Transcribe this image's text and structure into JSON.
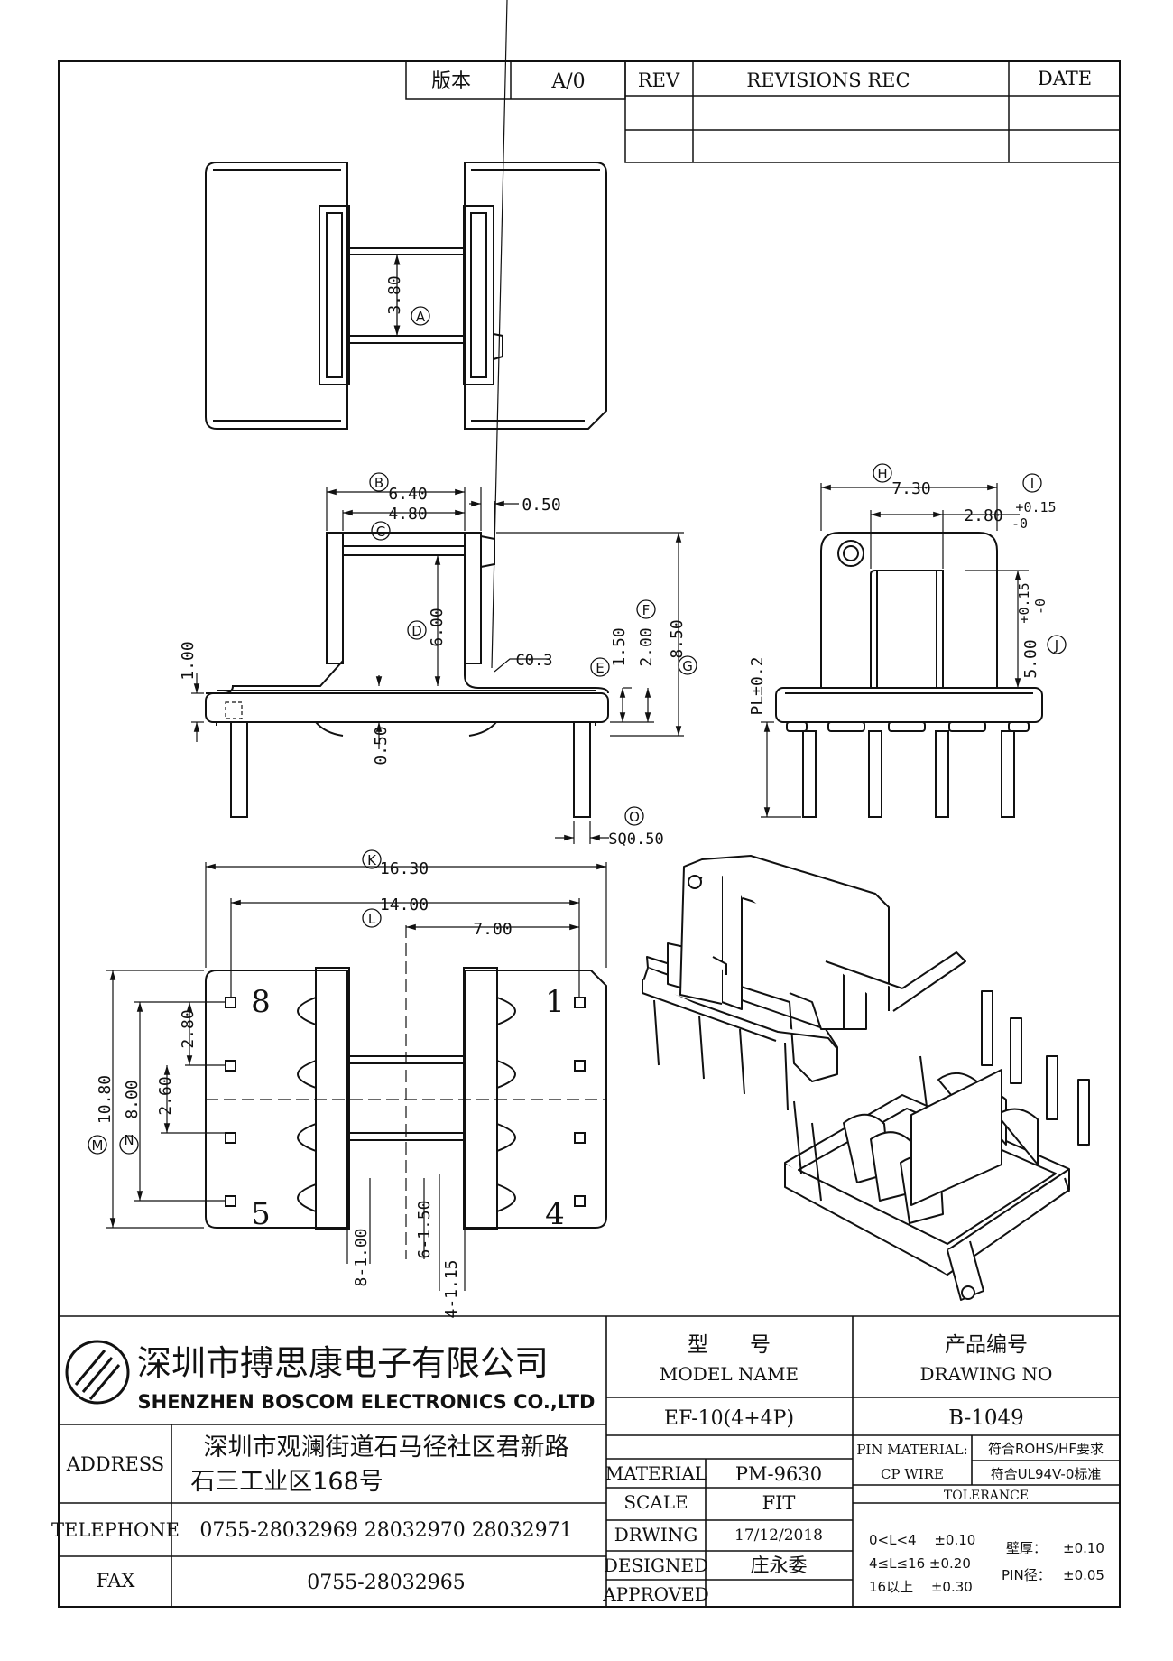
{
  "revision_block": {
    "version_label": "版本",
    "version_value": "A/0",
    "rev_header": "REV",
    "revisions_header": "REVISIONS REC",
    "date_header": "DATE"
  },
  "dimensions": {
    "top_view": {
      "slot_width": "3.80",
      "slot_mark": "A"
    },
    "front_view": {
      "b_mark": "B",
      "b_value": "6.40",
      "c_mark": "C",
      "c_value": "4.80",
      "flange": "0.50",
      "d_mark": "D",
      "d_value": "6.00",
      "base_thk": "1.00",
      "chamfer": "C0.3",
      "step": "0.50",
      "e_mark": "E",
      "e_value": "1.50",
      "f_mark": "F",
      "f_value": "2.00",
      "g_mark": "G",
      "g_value": "8.50",
      "o_mark": "O",
      "o_value": "SQ0.50"
    },
    "side_view": {
      "h_mark": "H",
      "h_value": "7.30",
      "i_mark": "I",
      "i_value": "2.80",
      "i_tol_plus": "+0.15",
      "i_tol_minus": "-0",
      "j_mark": "J",
      "j_value": "5.00",
      "j_tol_plus": "+0.15",
      "j_tol_minus": "-0",
      "pl": "PL±0.2"
    },
    "bottom_view": {
      "k_mark": "K",
      "k_value": "16.30",
      "l_mark": "L",
      "l_value": "14.00",
      "half": "7.00",
      "m_mark": "M",
      "m_value": "10.80",
      "n_mark": "N",
      "n_value": "8.00",
      "p1": "2.80",
      "p2": "2.60",
      "d1": "8-1.00",
      "d2": "6-1.50",
      "d3": "4-1.15",
      "pin8": "8",
      "pin1": "1",
      "pin5": "5",
      "pin4": "4"
    }
  },
  "title_block": {
    "company_cn": "深圳市搏思康电子有限公司",
    "company_en": "SHENZHEN BOSCOM ELECTRONICS CO.,LTD",
    "model_label_cn": "型　　号",
    "model_label_en": "MODEL NAME",
    "drawing_label_cn": "产品编号",
    "drawing_label_en": "DRAWING NO",
    "model_value": "EF-10(4+4P)",
    "drawing_value": "B-1049",
    "address_label": "ADDRESS",
    "address_line1": "深圳市观澜街道石马径社区君新路",
    "address_line2": "石三工业区168号",
    "telephone_label": "TELEPHONE",
    "telephone_value": "0755-28032969 28032970 28032971",
    "fax_label": "FAX",
    "fax_value": "0755-28032965",
    "material_label": "MATERIAL",
    "material_value": "PM-9630",
    "scale_label": "SCALE",
    "scale_value": "FIT",
    "drawing_row_label": "DRWING",
    "date_value": "17/12/2018",
    "designed_label": "DESIGNED",
    "designed_value": "庄永委",
    "approved_label": "APPROVED",
    "pin_material_label": "PIN MATERIAL:",
    "pin_material_value": "CP WIRE",
    "rohs": "符合ROHS/HF要求",
    "ul": "符合UL94V-0标准",
    "tolerance_label": "TOLERANCE",
    "tol1": "0<L<4　 ±0.10",
    "tol2": "4≤L≤16 ±0.20",
    "tol3": "16以上 　±0.30",
    "wall_label": "壁厚：",
    "wall_value": "±0.10",
    "pin_dia_label": "PIN径：",
    "pin_dia_value": "±0.05"
  }
}
